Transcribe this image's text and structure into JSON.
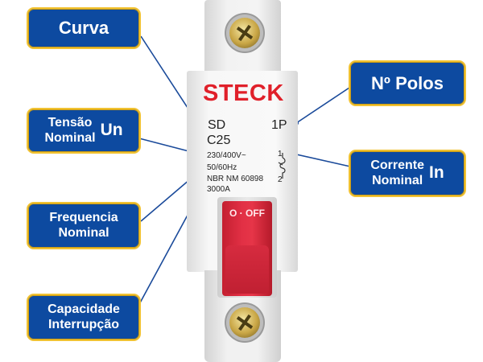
{
  "labels": {
    "curva": "Curva",
    "polos": "Nº Polos",
    "tensao_line1": "Tensão",
    "tensao_line2": "Nominal",
    "tensao_abbr": "Un",
    "corrente_line1": "Corrente",
    "corrente_line2": "Nominal",
    "corrente_abbr": "In",
    "frequencia_line1": "Frequencia",
    "frequencia_line2": "Nominal",
    "capacidade_line1": "Capacidade",
    "capacidade_line2": "Interrupção"
  },
  "breaker": {
    "brand": "STECK",
    "series": "SD",
    "poles": "1P",
    "rating": "C25",
    "voltage": "230/400V~",
    "frequency": "50/60Hz",
    "standard": "NBR NM 60898",
    "breaking_capacity": "3000A",
    "terminal_top": "1",
    "terminal_bottom": "2",
    "toggle_text": "O · OFF"
  },
  "colors": {
    "box_fill": "#0d4aa0",
    "box_border": "#f1c232",
    "leader_line": "#1a4a9a",
    "brand_red": "#e0202a",
    "toggle_red": "#e23045"
  }
}
